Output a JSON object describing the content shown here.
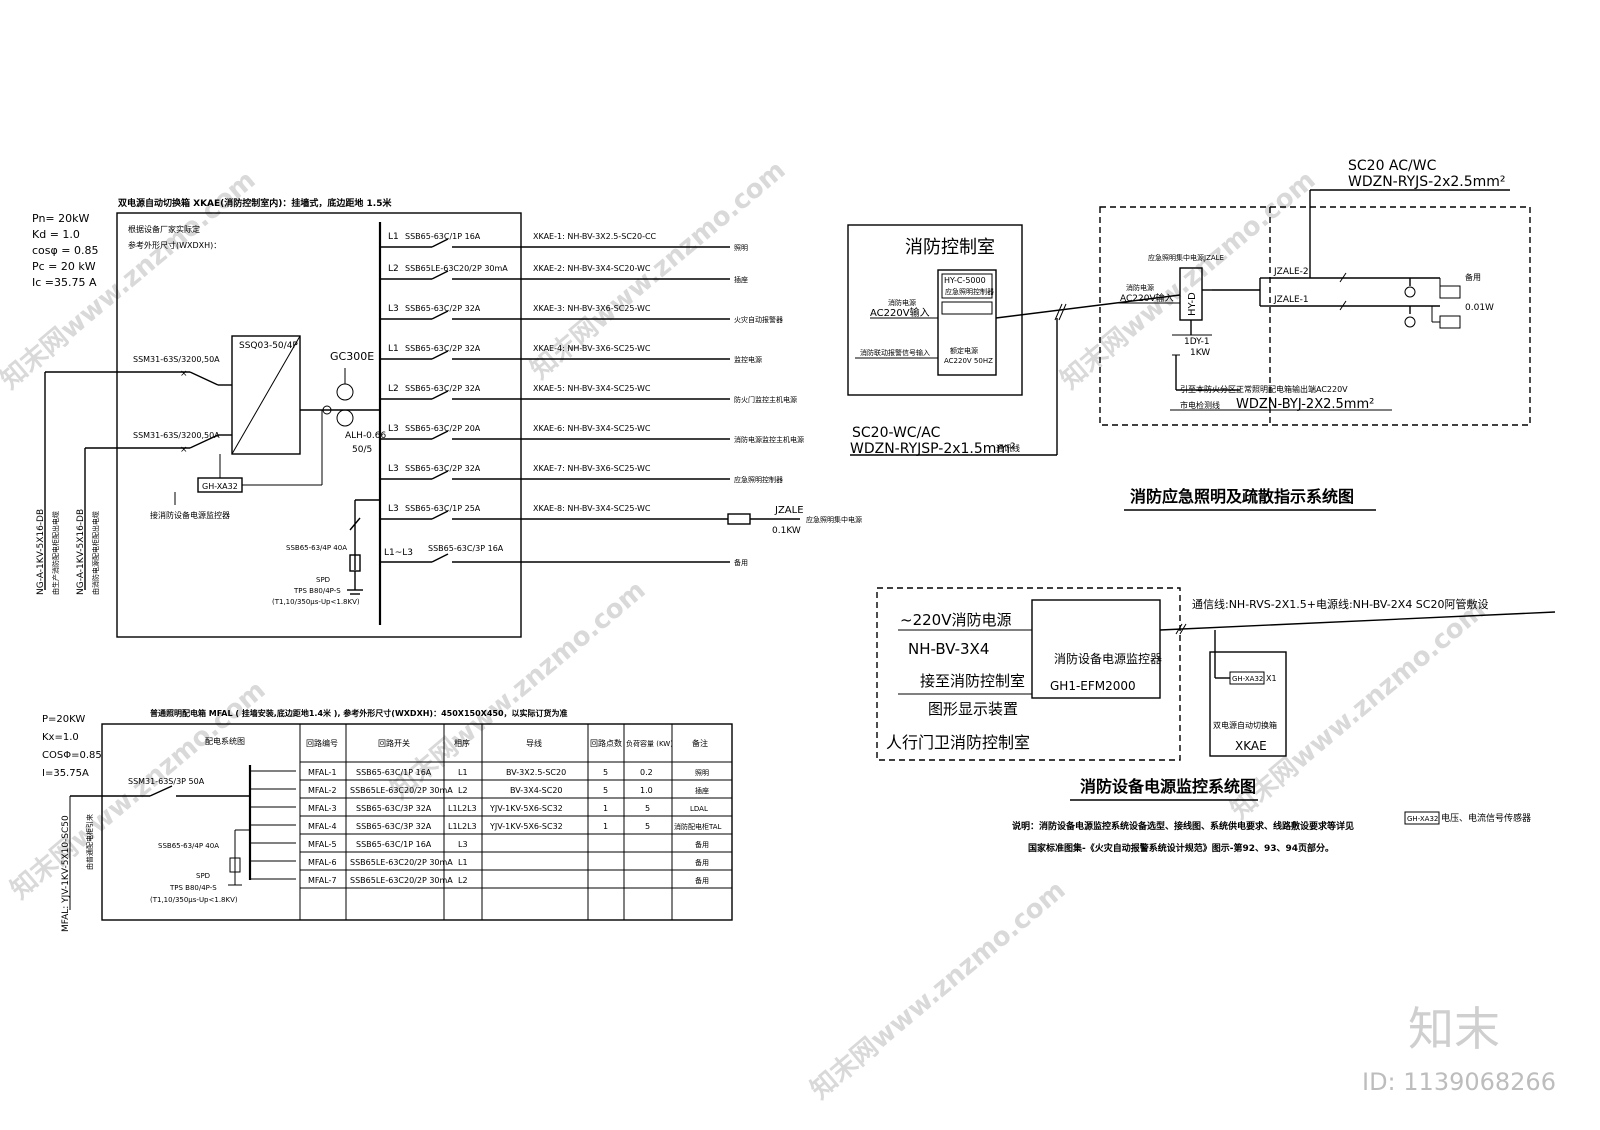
{
  "watermark": {
    "text": "知末网www.znzmo.com",
    "logo": "知末",
    "id": "ID: 1139068266"
  },
  "xkae": {
    "title": "双电源自动切换箱 XKAE(消防控制室内)：挂墙式，底边距地 1.5米",
    "note1": "根据设备厂家实际定",
    "note2": "参考外形尺寸(WXDXH)：",
    "params": [
      "Pn= 20kW",
      "Kd = 1.0",
      "cosφ = 0.85",
      "Pc = 20 kW",
      "Ic =35.75 A"
    ],
    "incoming1_breaker": "SSM31-63S/3200,50A",
    "incoming2_breaker": "SSM31-63S/3200,50A",
    "ats": "SSQ03-50/4P",
    "meter": "GC300E",
    "ct": "ALH-0.66",
    "ct_ratio": "50/5",
    "monitor": "GH-XA32",
    "monitor_note": "接消防设备电源监控器",
    "feeder_left1": "NG-A-1KV-5X16-DB",
    "feeder_left1_note": "由生产消防配电柜配出电缆",
    "feeder_left2": "NG-A-1KV-5X16-DB",
    "feeder_left2_note": "由消防电源配电柜配出电缆",
    "spd_breaker": "SSB65-63/4P 40A",
    "spd": "SPD",
    "spd_model": "TPS B80/4P-S",
    "spd_spec": "(T1,10/350μs-Up<1.8KV)",
    "circuits": [
      {
        "phase": "L1",
        "breaker": "SSB65-63C/1P 16A",
        "cable": "XKAE-1: NH-BV-3X2.5-SC20-CC",
        "use": "照明"
      },
      {
        "phase": "L2",
        "breaker": "SSB65LE-63C20/2P 30mA",
        "cable": "XKAE-2: NH-BV-3X4-SC20-WC",
        "use": "插座"
      },
      {
        "phase": "L3",
        "breaker": "SSB65-63C/2P 32A",
        "cable": "XKAE-3: NH-BV-3X6-SC25-WC",
        "use": "火灾自动报警器"
      },
      {
        "phase": "L1",
        "breaker": "SSB65-63C/2P 32A",
        "cable": "XKAE-4: NH-BV-3X6-SC25-WC",
        "use": "监控电源"
      },
      {
        "phase": "L2",
        "breaker": "SSB65-63C/2P 32A",
        "cable": "XKAE-5: NH-BV-3X4-SC25-WC",
        "use": "防火门监控主机电源"
      },
      {
        "phase": "L3",
        "breaker": "SSB65-63C/2P 20A",
        "cable": "XKAE-6: NH-BV-3X4-SC25-WC",
        "use": "消防电源监控主机电源"
      },
      {
        "phase": "L3",
        "breaker": "SSB65-63C/2P 32A",
        "cable": "XKAE-7: NH-BV-3X6-SC25-WC",
        "use": "应急照明控制器"
      },
      {
        "phase": "L3",
        "breaker": "SSB65-63C/1P 25A",
        "cable": "XKAE-8: NH-BV-3X4-SC25-WC",
        "use": "应急照明集中电源"
      },
      {
        "phase": "L1~L3",
        "breaker": "SSB65-63C/3P 16A",
        "cable": "",
        "use": "备用"
      }
    ],
    "jzale": "JZALE",
    "jzale_power": "0.1KW"
  },
  "mfal": {
    "title": "普通照明配电箱 MFAL ( 挂墙安装,底边距地1.4米 ), 参考外形尺寸(WXDXH)：450X150X450，以实际订货为准",
    "params": [
      "P=20KW",
      "Kx=1.0",
      "COSΦ=0.85",
      "I=35.75A"
    ],
    "main_breaker": "SSM31-63S/3P 50A",
    "feeder": "MFAL: YJV-1KV-5X10-SC50",
    "feeder_note": "由普通配电柜引来",
    "spd_breaker": "SSB65-63/4P 40A",
    "spd": "SPD",
    "spd_model": "TPS B80/4P-S",
    "spd_spec": "(T1,10/350μs-Up<1.8KV)",
    "headers": [
      "配电系统图",
      "回路编号",
      "回路开关",
      "相序",
      "导线",
      "回路点数",
      "负荷容量 (KW)",
      "备注"
    ],
    "rows": [
      [
        "MFAL-1",
        "SSB65-63C/1P 16A",
        "L1",
        "BV-3X2.5-SC20",
        "5",
        "0.2",
        "照明"
      ],
      [
        "MFAL-2",
        "SSB65LE-63C20/2P 30mA",
        "L2",
        "BV-3X4-SC20",
        "5",
        "1.0",
        "插座"
      ],
      [
        "MFAL-3",
        "SSB65-63C/3P 32A",
        "L1L2L3",
        "YJV-1KV-5X6-SC32",
        "1",
        "5",
        "LDAL"
      ],
      [
        "MFAL-4",
        "SSB65-63C/3P 32A",
        "L1L2L3",
        "YJV-1KV-5X6-SC32",
        "1",
        "5",
        "消防配电柜TAL"
      ],
      [
        "MFAL-5",
        "SSB65-63C/1P 16A",
        "L3",
        "",
        "",
        "",
        "备用"
      ],
      [
        "MFAL-6",
        "SSB65LE-63C20/2P 30mA",
        "L1",
        "",
        "",
        "",
        "备用"
      ],
      [
        "MFAL-7",
        "SSB65LE-63C20/2P 30mA",
        "L2",
        "",
        "",
        "",
        "备用"
      ]
    ]
  },
  "lighting": {
    "control_room": "消防控制室",
    "controller": "HY-C-5000",
    "controller_sub": "应急照明控制器",
    "power_in_label": "消防电源",
    "power_in": "AC220V输入",
    "linkage": "消防联动报警信号输入",
    "controller_rating": "额定电源",
    "controller_rating_value": "AC220V 50HZ",
    "top_cable1": "SC20 AC/WC",
    "top_cable2": "WDZN-RYJS-2x2.5mm²",
    "left_cable1": "SC20-WC/AC",
    "left_cable2": "WDZN-RYJSP-2x1.5mm²",
    "left_cable_note": "通讯线",
    "jzale_title": "应急照明集中电源JZALE",
    "box_label": "HY-D",
    "box_power_label": "消防电源",
    "box_power": "AC220V输入",
    "dy": "1DY-1",
    "dy_power": "1KW",
    "out2": "JZALE-2",
    "out1": "JZALE-1",
    "spare": "备用",
    "lamp_power": "0.01W",
    "bottom_note": "引至本防火分区正常照明配电箱输出端AC220V",
    "bottom_cable_label": "市电检测线",
    "bottom_cable": "WDZN-BYJ-2X2.5mm²",
    "system_title": "消防应急照明及疏散指示系统图"
  },
  "monitor_sys": {
    "supply": "~220V消防电源",
    "supply_cable": "NH-BV-3X4",
    "connect": "接至消防控制室",
    "display": "图形显示装置",
    "room": "人行门卫消防控制室",
    "monitor": "消防设备电源监控器",
    "model": "GH1-EFM2000",
    "comm": "通信线:NH-RVS-2X1.5+电源线:NH-BV-2X4  SC20阿管敷设",
    "sensor": "GH-XA32",
    "sensor_qty": "X1",
    "box_name": "双电源自动切换箱",
    "box_code": "XKAE",
    "system_title": "消防设备电源监控系统图",
    "legend_tag": "GH-XA32",
    "legend_text": "电压、电流信号传感器",
    "note1": "说明：消防设备电源监控系统设备选型、接线图、系统供电要求、线路敷设要求等详见",
    "note2": "国家标准图集-《火灾自动报警系统设计规范》图示-第92、93、94页部分。"
  }
}
